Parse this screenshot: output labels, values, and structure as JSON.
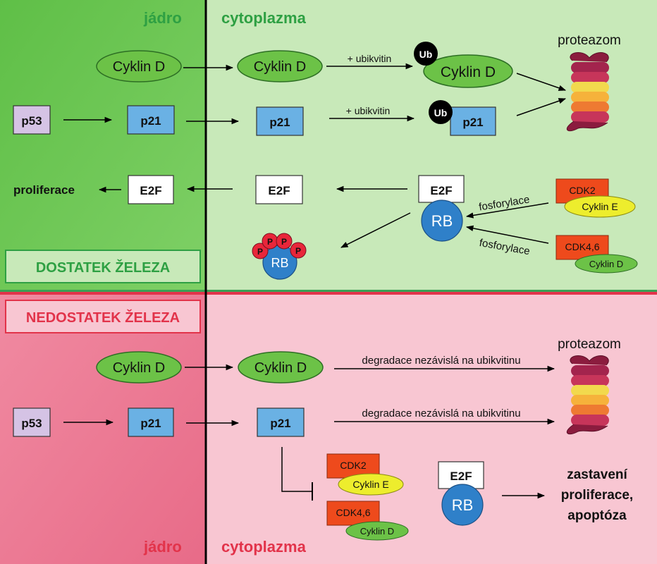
{
  "colors": {
    "nucleus_green": "#6cc554",
    "cyto_green": "#c8e9b9",
    "nucleus_red": "#ee7f98",
    "cyto_red": "#f8c6d2",
    "divider": "#000000",
    "label_green": "#2ea043",
    "label_red": "#e2334a",
    "cyclin_green": "#6cc247",
    "p21_blue": "#6ab1e4",
    "p53_purple": "#d5c3e5",
    "rb_blue": "#2f80c9",
    "cdk_orange": "#ee4a1c",
    "cyclinE_yellow": "#eded2d",
    "phospho_red": "#e8263a"
  },
  "top": {
    "nucleus_label": "jádro",
    "cytoplasm_label": "cytoplazma",
    "state_label": "DOSTATEK ŽELEZA",
    "proteasome_label": "proteazom",
    "cyclin_d_nucleus": "Cyklin D",
    "cyclin_d_cyto": "Cyklin D",
    "cyclin_d_ub": "Cyklin D",
    "ub_1": "Ub",
    "ub_2": "Ub",
    "ubiquitin_1": "+ ubikvitin",
    "ubiquitin_2": "+ ubikvitin",
    "p53": "p53",
    "p21_nucleus": "p21",
    "p21_cyto": "p21",
    "p21_ub": "p21",
    "proliferation": "proliferace",
    "e2f_nucleus": "E2F",
    "e2f_cyto": "E2F",
    "e2f_bound": "E2F",
    "rb_bound": "RB",
    "rb_phospho": "RB",
    "phospho_marks": [
      "P",
      "P",
      "P",
      "P"
    ],
    "phosphorylation_1": "fosforylace",
    "phosphorylation_2": "fosforylace",
    "cdk2": "CDK2",
    "cyclin_e": "Cyklin E",
    "cdk46": "CDK4,6",
    "cyclin_d_cdk": "Cyklin D"
  },
  "bottom": {
    "nucleus_label": "jádro",
    "cytoplasm_label": "cytoplazma",
    "state_label": "NEDOSTATEK ŽELEZA",
    "proteasome_label": "proteazom",
    "cyclin_d_nucleus": "Cyklin D",
    "cyclin_d_cyto": "Cyklin D",
    "degradation_1": "degradace nezávislá na ubikvitinu",
    "degradation_2": "degradace nezávislá na ubikvitinu",
    "p53": "p53",
    "p21_nucleus": "p21",
    "p21_cyto": "p21",
    "cdk2": "CDK2",
    "cyclin_e": "Cyklin E",
    "cdk46": "CDK4,6",
    "cyclin_d_cdk": "Cyklin D",
    "e2f": "E2F",
    "rb": "RB",
    "outcome_lines": [
      "zastavení",
      "proliferace,",
      "apoptóza"
    ]
  }
}
